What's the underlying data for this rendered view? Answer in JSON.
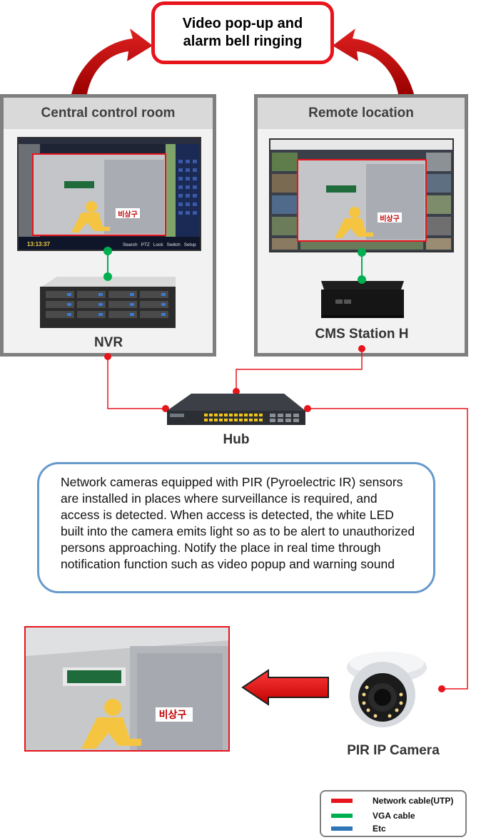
{
  "alarm_box": {
    "line1": "Video pop-up and",
    "line2": "alarm bell ringing"
  },
  "panels": {
    "central": {
      "title": "Central control room",
      "device": "NVR"
    },
    "remote": {
      "title": "Remote location",
      "device": "CMS Station H"
    }
  },
  "hub": {
    "label": "Hub"
  },
  "camera": {
    "label": "PIR IP Camera"
  },
  "description": "Network cameras equipped with PIR (Pyroelectric IR) sensors are installed in places where surveillance is required, and access is detected. When access is detected, the white LED built into the camera emits light so as to be alert to unauthorized persons approaching. Notify the place in real time through notification function such as video popup and warning sound",
  "scene_sign": "비상구",
  "nvr_screen": {
    "clock": "13:13:37",
    "bar_items": [
      "Search",
      "PTZ",
      "Lock",
      "Switch",
      "Setup"
    ]
  },
  "legend": [
    {
      "label": "Network cable(UTP)",
      "color": "#e8141c"
    },
    {
      "label": "VGA cable",
      "color": "#00b050"
    },
    {
      "label": "Etc",
      "color": "#2e75b6"
    }
  ],
  "colors": {
    "network": "#e8141c",
    "vga": "#00b050",
    "arrow": "#c00000",
    "panel_border": "#7f7f7f",
    "note_border": "#6699cc"
  }
}
